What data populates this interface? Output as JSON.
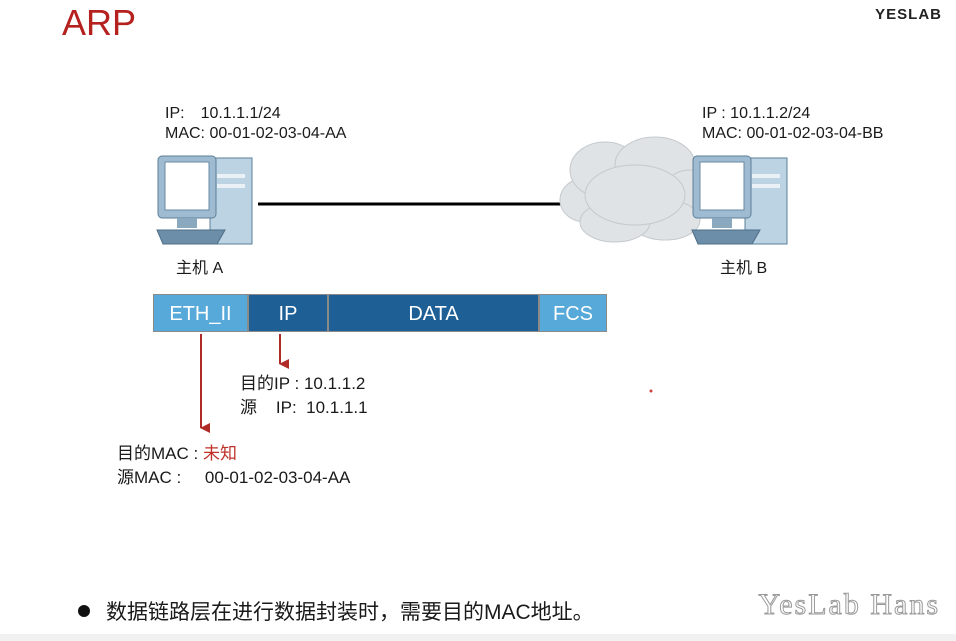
{
  "title": "ARP",
  "brand": "YESLAB",
  "host_a": {
    "ip_label": "IP:",
    "ip": "10.1.1.1/24",
    "mac_label": "MAC:",
    "mac": "00-01-02-03-04-AA",
    "name": "主机 A"
  },
  "host_b": {
    "ip_label": "IP :",
    "ip": "10.1.1.2/24",
    "mac_label": "MAC:",
    "mac": "00-01-02-03-04-BB",
    "name": "主机 B"
  },
  "frame": {
    "segments": [
      "ETH_II",
      "IP",
      "DATA",
      "FCS"
    ]
  },
  "ip_annotation": {
    "dst_label": "目的IP :",
    "dst_value": "10.1.1.2",
    "src_label": "源    IP:",
    "src_value": "10.1.1.1"
  },
  "mac_annotation": {
    "dst_label": "目的MAC :",
    "dst_value": "未知",
    "src_label": "源MAC :",
    "src_value": "00-01-02-03-04-AA"
  },
  "bullet": "数据链路层在进行数据封装时，需要目的MAC地址。",
  "watermark": "YesLab Hans",
  "colors": {
    "title": "#b5211f",
    "segment_light": "#56a9d8",
    "segment_dark": "#1e5f96",
    "arrow": "#b02a27",
    "unknown": "#c0302a"
  }
}
